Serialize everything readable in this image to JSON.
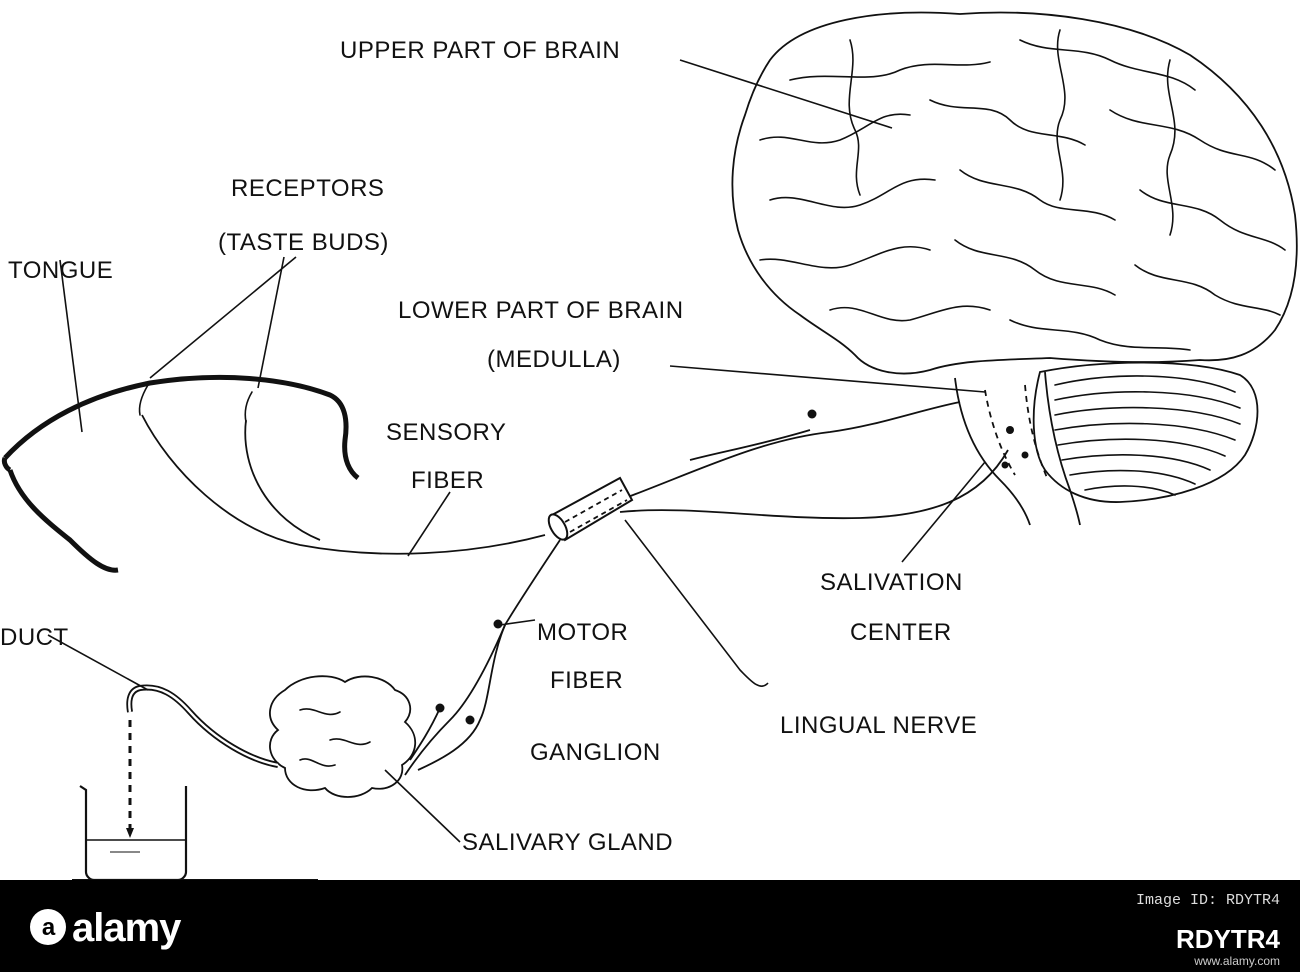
{
  "diagram": {
    "labels": {
      "upper_brain": "UPPER PART OF BRAIN",
      "receptors_1": "RECEPTORS",
      "receptors_2": "(TASTE BUDS)",
      "tongue": "TONGUE",
      "lower_brain_1": "LOWER PART OF BRAIN",
      "lower_brain_2": "(MEDULLA)",
      "sensory_1": "SENSORY",
      "sensory_2": "FIBER",
      "salivation_1": "SALIVATION",
      "salivation_2": "CENTER",
      "duct": "DUCT",
      "motor_1": "MOTOR",
      "motor_2": "FIBER",
      "lingual": "LINGUAL NERVE",
      "ganglion": "GANGLION",
      "gland": "SALIVARY GLAND"
    }
  },
  "footer": {
    "logo": "alamy",
    "logo_icon": "alamy-a-icon",
    "image_id_label": "Image ID: RDYTR4",
    "image_id": "RDYTR4",
    "site": "www.alamy.com"
  }
}
